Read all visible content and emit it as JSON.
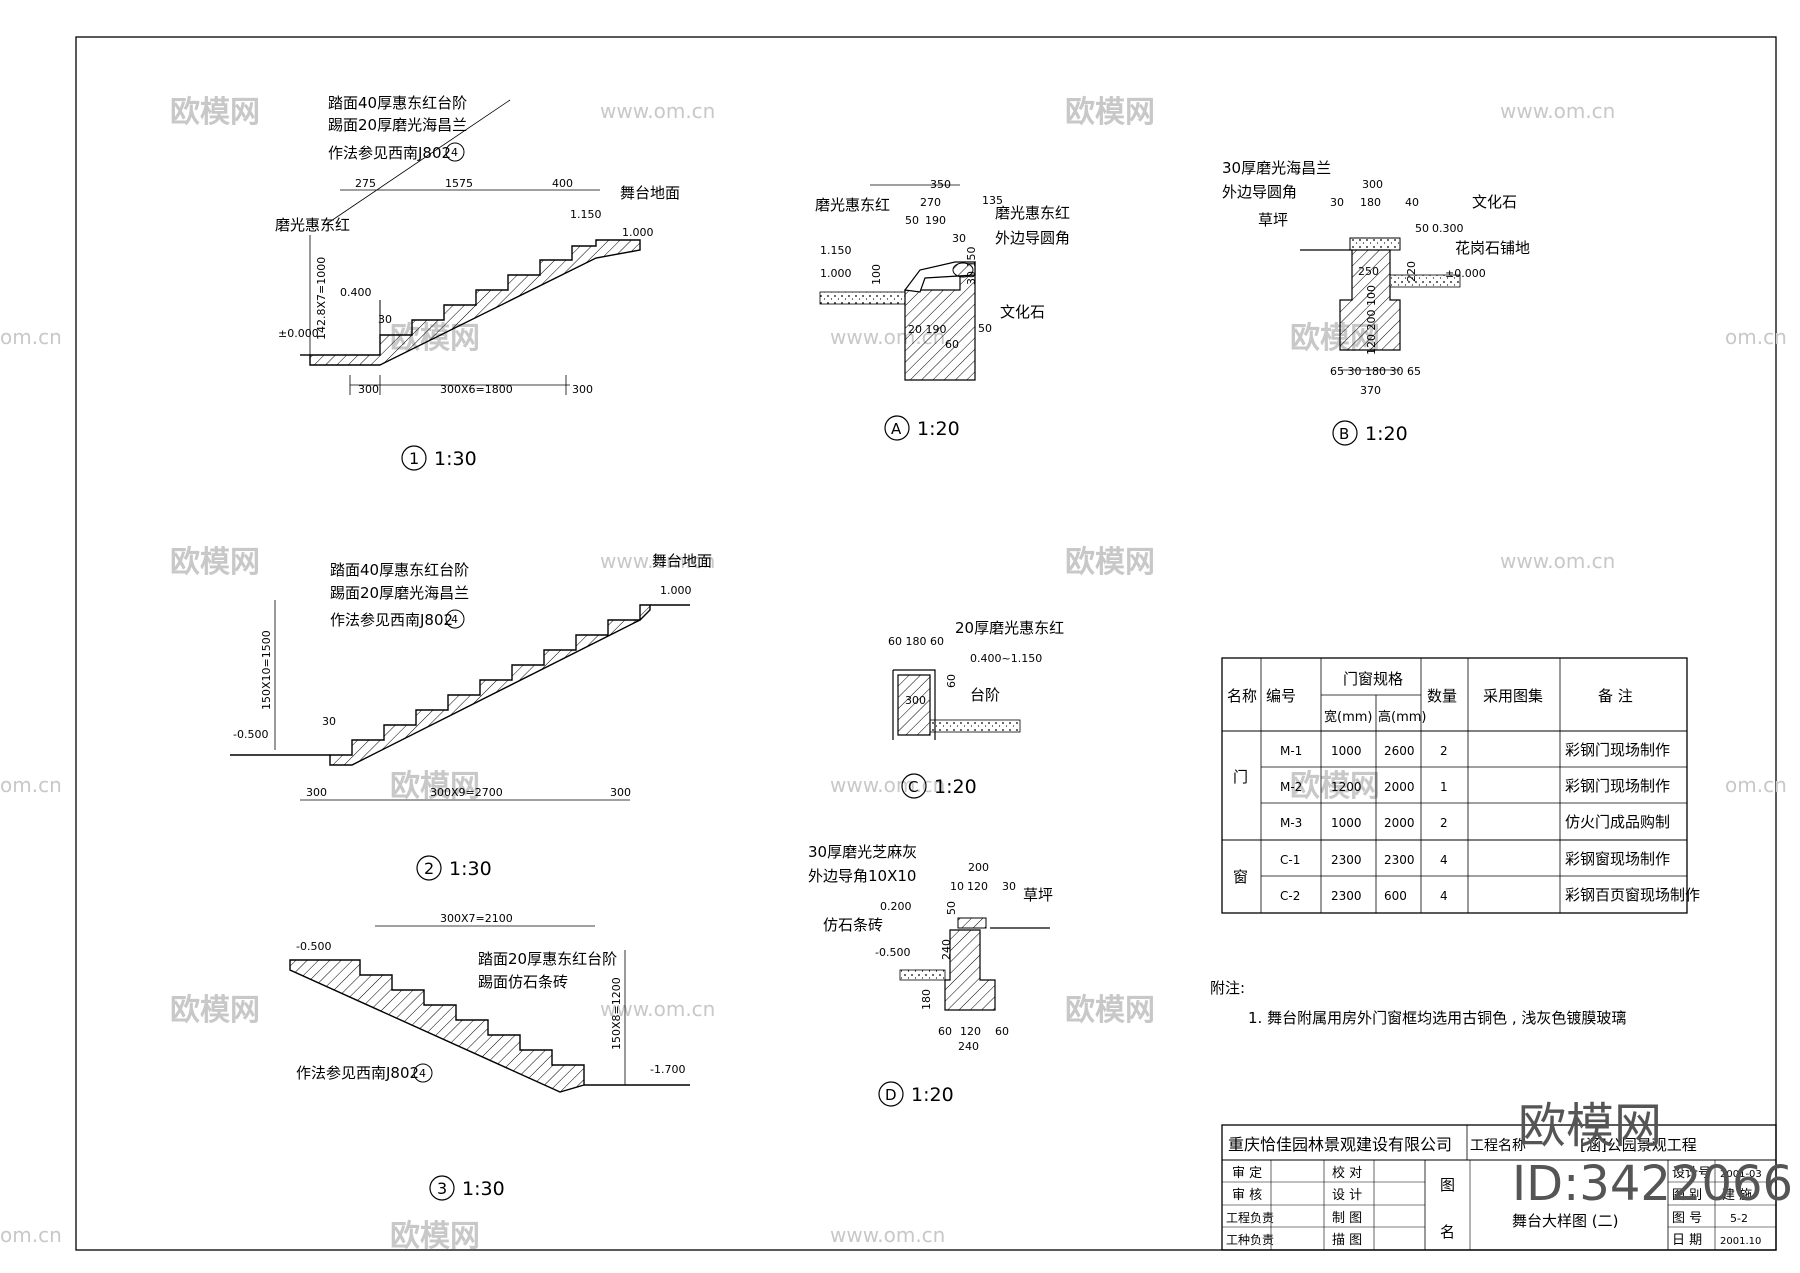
{
  "watermark": {
    "site": "www.om.cn",
    "brand": "欧模网",
    "id": "ID:3422066",
    "edge": "om.cn"
  },
  "detail1": {
    "note1": "踏面40厚惠东红台阶",
    "note2": "踢面20厚磨光海昌兰",
    "note3": "作法参见西南J802",
    "ref": "4",
    "stage": "舞台地面",
    "stone": "磨光惠东红",
    "d275": "275",
    "d1575": "1575",
    "d400": "400",
    "e1150": "1.150",
    "e1000": "1.000",
    "e0400": "0.400",
    "e0000": "±0.000",
    "vert": "142.8X7=1000",
    "d30": "30",
    "b300a": "300",
    "bmid": "300X6=1800",
    "b300b": "300",
    "label_num": "1",
    "label_scale": "1:30"
  },
  "detailA": {
    "stone1": "磨光惠东红",
    "stone2": "磨光惠东红",
    "round": "外边导圆角",
    "culture": "文化石",
    "d350": "350",
    "d270": "270",
    "d135": "135",
    "d50": "50",
    "d190": "190",
    "d30": "30",
    "e1150": "1.150",
    "e1000": "1.000",
    "d100": "100",
    "d30150": "30 150",
    "d20190": "20 190",
    "d60": "60",
    "d50b": "50",
    "label_num": "A",
    "label_scale": "1:20"
  },
  "detailB": {
    "note1": "30厚磨光海昌兰",
    "note2": "外边导圆角",
    "grass": "草坪",
    "culture": "文化石",
    "paving": "花岗石铺地",
    "d300": "300",
    "d30": "30",
    "d180": "180",
    "d40": "40",
    "d50": "50",
    "e0300": "0.300",
    "e0000": "±0.000",
    "d250": "250",
    "d220": "220",
    "dv": "120 200 100",
    "db": "65 30 180 30 65",
    "d370": "370",
    "label_num": "B",
    "label_scale": "1:20"
  },
  "detail2": {
    "note1": "踏面40厚惠东红台阶",
    "note2": "踢面20厚磨光海昌兰",
    "note3": "作法参见西南J802",
    "ref": "4",
    "stage": "舞台地面",
    "e1000": "1.000",
    "e0500": "-0.500",
    "vert": "150X10=1500",
    "d30": "30",
    "b300a": "300",
    "bmid": "300X9=2700",
    "b300b": "300",
    "label_num": "2",
    "label_scale": "1:30"
  },
  "detailC": {
    "note": "20厚磨光惠东红",
    "elev": "0.400~1.150",
    "step": "台阶",
    "dims": "60 180 60",
    "d60": "60",
    "d300": "300",
    "label_num": "C",
    "label_scale": "1:20"
  },
  "detail3": {
    "top": "300X7=2100",
    "e0500": "-0.500",
    "e1700": "-1.700",
    "note1": "踏面20厚惠东红台阶",
    "note2": "踢面仿石条砖",
    "note3": "作法参见西南J802",
    "ref": "4",
    "vert": "150X8=1200",
    "label_num": "3",
    "label_scale": "1:30"
  },
  "detailD": {
    "note1": "30厚磨光芝麻灰",
    "note2": "外边导角10X10",
    "brick": "仿石条砖",
    "grass": "草坪",
    "d200": "200",
    "d10": "10",
    "d120": "120",
    "d30": "30",
    "d50": "50",
    "e0200": "0.200",
    "e0500": "-0.500",
    "d240": "240",
    "d180": "180",
    "b60a": "60",
    "b120": "120",
    "b60b": "60",
    "b240": "240",
    "label_num": "D",
    "label_scale": "1:20"
  },
  "table": {
    "headers": {
      "name": "名称",
      "code": "编号",
      "spec": "门窗规格",
      "width": "宽(mm)",
      "height": "高(mm)",
      "qty": "数量",
      "atlas": "采用图集",
      "remark": "备 注"
    },
    "group_door": "门",
    "group_window": "窗",
    "rows": [
      {
        "code": "M-1",
        "w": "1000",
        "h": "2600",
        "q": "2",
        "remark": "彩钢门现场制作"
      },
      {
        "code": "M-2",
        "w": "1200",
        "h": "2000",
        "q": "1",
        "remark": "彩钢门现场制作"
      },
      {
        "code": "M-3",
        "w": "1000",
        "h": "2000",
        "q": "2",
        "remark": "仿火门成品购制"
      },
      {
        "code": "C-1",
        "w": "2300",
        "h": "2300",
        "q": "4",
        "remark": "彩钢窗现场制作"
      },
      {
        "code": "C-2",
        "w": "2300",
        "h": "600",
        "q": "4",
        "remark": "彩钢百页窗现场制作"
      }
    ]
  },
  "notes": {
    "title": "附注:",
    "item": "1.  舞台附属用房外门窗框均选用古铜色 ,  浅灰色镀膜玻璃"
  },
  "titleblock": {
    "company": "重庆恰佳园林景观建设有限公司",
    "project_label": "工程名称",
    "project": "[涵]公园景观工程",
    "r1a": "审 定",
    "r1b": "校 对",
    "r2a": "审 核",
    "r2b": "设 计",
    "r3a": "工程负责",
    "r3b": "制 图",
    "r4a": "工种负责",
    "r4b": "描 图",
    "tu": "图",
    "ming": "名",
    "drawing_name": "舞台大样图 (二)",
    "k1": "设计号",
    "v1": "2001-03",
    "k2": "图 别",
    "v2": "建 施",
    "k3": "图 号",
    "v3": "5-2",
    "k4": "日 期",
    "v4": "2001.10"
  }
}
